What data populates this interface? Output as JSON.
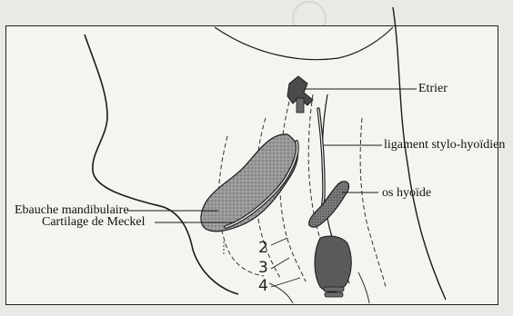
{
  "labels": {
    "etrier": "Etrier",
    "ligament": "ligament stylo-hyoïdien",
    "os_hyoide": "os hyoïde",
    "ebauche": "Ebauche mandibulaire",
    "meckel": "Cartilage de Meckel"
  },
  "numbers": [
    "2",
    "3",
    "4"
  ],
  "colors": {
    "outline": "#1a1a1a",
    "cartilage_fill": "#8c8c8c",
    "cartilage_dark": "#3a3a3a"
  }
}
